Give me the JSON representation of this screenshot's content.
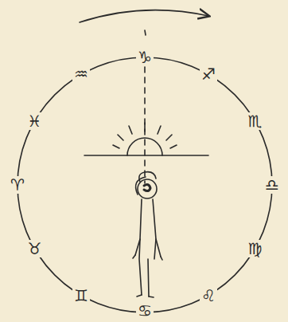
{
  "diagram": {
    "labels": [
      "♑",
      "♐",
      "♏",
      "♎",
      "♍",
      "♌",
      "♋",
      "♊",
      "♉",
      "♈",
      "♓",
      "♒"
    ]
  }
}
